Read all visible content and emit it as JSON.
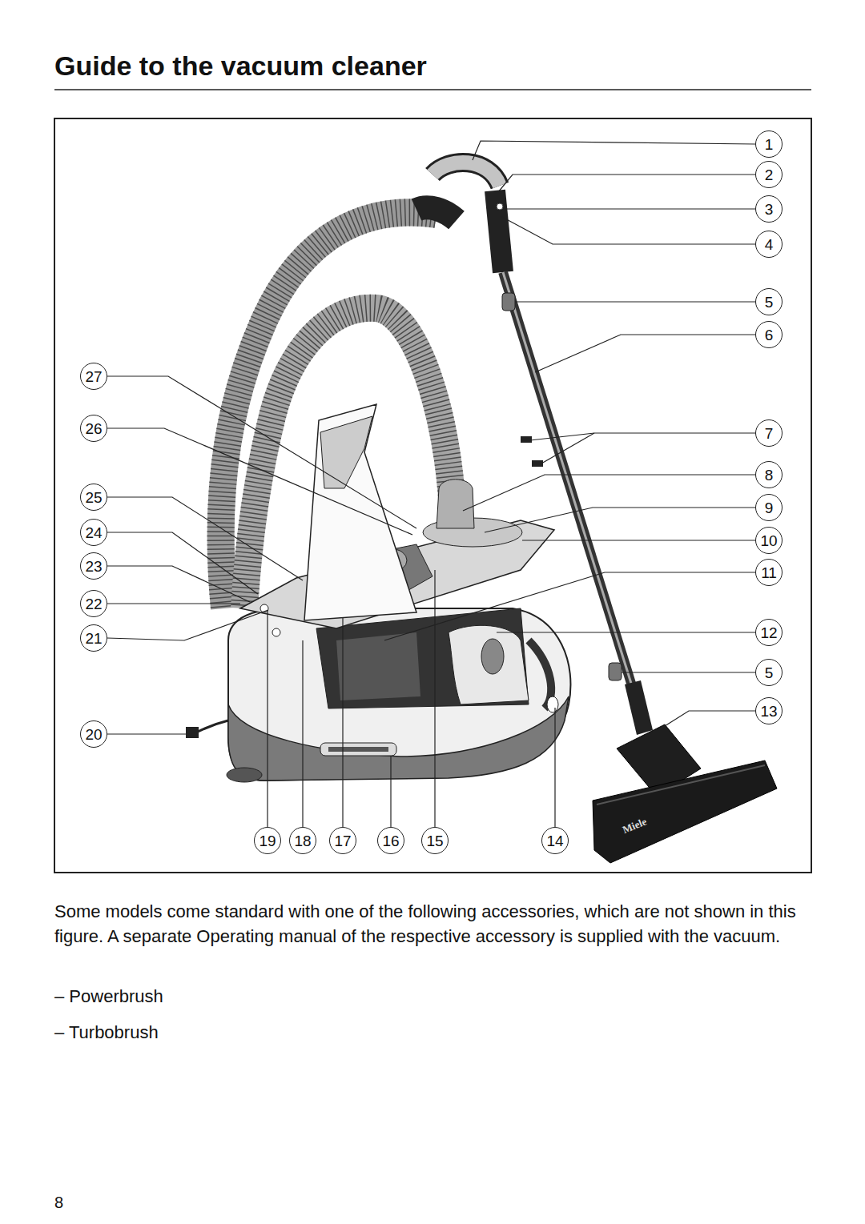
{
  "diagram": {
    "title": "Guide to the vacuum cleaner",
    "labels": [
      "1",
      "2",
      "3",
      "4",
      "5",
      "6",
      "27",
      "26",
      "7",
      "8",
      "25",
      "9",
      "24",
      "10",
      "23",
      "11",
      "22",
      "12",
      "21",
      "5",
      "20",
      "13",
      "Miele",
      "19",
      "18",
      "17",
      "16",
      "15",
      "14",
      "Some models come standard with one of the following accessories, which are not shown in this figure. A separate Operating manual of the respective accessory is supplied with the vacuum.",
      "– Powerbrush",
      "– Turbobrush",
      "8"
    ]
  }
}
